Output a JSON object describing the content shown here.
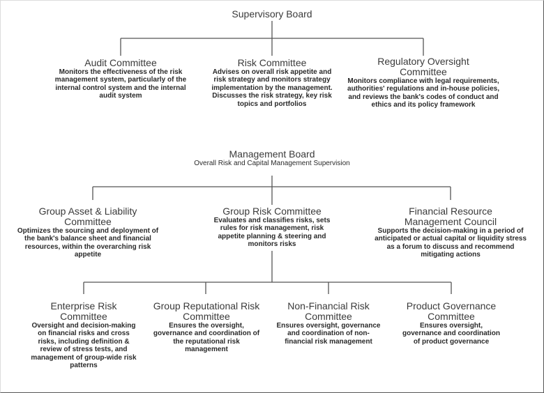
{
  "supervisory_board": {
    "title": "Supervisory Board",
    "committees": [
      {
        "title": "Audit Committee",
        "description": "Monitors the effectiveness of the risk management system, particularly of the internal control system and the internal audit system"
      },
      {
        "title": "Risk Committee",
        "description": "Advises on overall risk appetite and risk strategy and monitors strategy implementation by the management. Discusses the risk strategy, key risk topics and portfolios"
      },
      {
        "title": "Regulatory Oversight Committee",
        "description": "Monitors compliance with legal requirements, authorities' regulations and in-house policies, and reviews the bank's codes of conduct and ethics and its policy framework"
      }
    ]
  },
  "management_board": {
    "title": "Management Board",
    "subtitle": "Overall Risk and Capital Management Supervision",
    "committees": [
      {
        "title": "Group Asset & Liability Committee",
        "description": "Optimizes the sourcing and deployment of the bank's balance sheet and financial resources, within the overarching risk appetite"
      },
      {
        "title": "Group Risk Committee",
        "description": "Evaluates and classifies risks, sets rules for risk management, risk appetite planning & steering and monitors risks"
      },
      {
        "title": "Financial Resource Management Council",
        "description": "Supports the decision-making in a period of anticipated or actual capital or liquidity stress as a forum to discuss and recommend mitigating actions"
      }
    ]
  },
  "group_risk_committee_subcommittees": [
    {
      "title": "Enterprise Risk Committee",
      "description": "Oversight and decision-making on financial risks and cross risks, including definition & review of stress tests, and management of group-wide risk patterns"
    },
    {
      "title": "Group Reputational Risk Committee",
      "description": "Ensures the oversight, governance and coordination of the reputational risk management"
    },
    {
      "title": "Non-Financial Risk Committee",
      "description": "Ensures oversight, governance and coordination of non-financial risk management"
    },
    {
      "title": "Product Governance Committee",
      "description": "Ensures oversight, governance and coordination of product governance"
    }
  ],
  "colors": {
    "line": "#555555",
    "text": "#3a3a3a",
    "background": "#ffffff"
  }
}
